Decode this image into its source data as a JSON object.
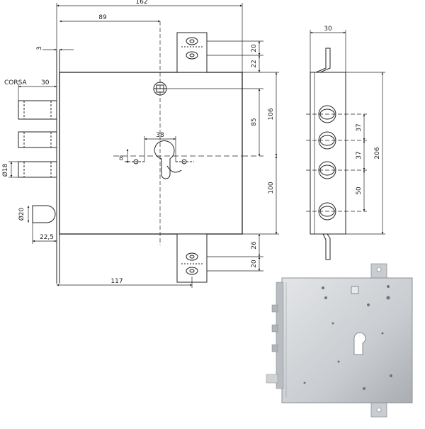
{
  "labels": {
    "total_width": "162",
    "cyl_offset": "89",
    "front_plate": "3",
    "stroke_label": "CORSA",
    "stroke_value": "30",
    "hole_spacing_top": "20",
    "hole_to_case_top": "22",
    "cyl_to_spindle": "85",
    "top_to_spindle": "106",
    "keyhole_width": "38",
    "keyhole_height": "8",
    "bolt_diameter": "Ø18",
    "latch_diameter": "Ø20",
    "latch_offset": "22,5",
    "spindle_to_bottom": "100",
    "hole_to_case_bottom": "26",
    "hole_spacing_bottom": "20",
    "backset": "117",
    "side_thickness": "30",
    "bolt_pitch_1": "37",
    "bolt_pitch_2": "37",
    "bolt_pitch_3": "50",
    "side_height": "206"
  },
  "colors": {
    "line": "#222222",
    "plate_light": "#d6d8da",
    "plate_dark": "#a9adb1"
  },
  "icons": {
    "photo": "lock-product-photo"
  }
}
